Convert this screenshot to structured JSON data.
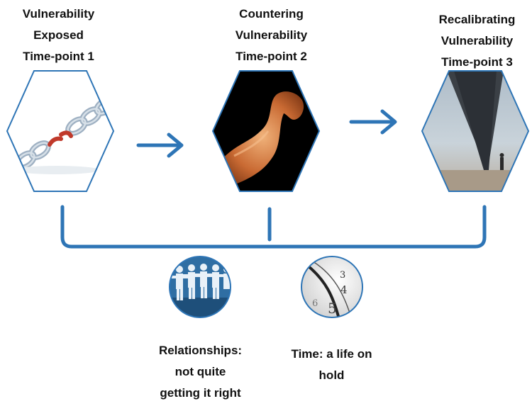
{
  "stages": [
    {
      "lines": [
        "Vulnerability",
        "Exposed",
        "Time-point 1"
      ],
      "image": "broken-chain"
    },
    {
      "lines": [
        "Countering",
        "Vulnerability",
        "Time-point 2"
      ],
      "image": "flexed-arm"
    },
    {
      "lines": [
        "Recalibrating",
        "Vulnerability",
        "Time-point 3"
      ],
      "image": "bridge-figure"
    }
  ],
  "themes": [
    {
      "lines": [
        "Relationships:",
        "not quite",
        "getting it right"
      ],
      "image": "paper-people"
    },
    {
      "lines": [
        "Time: a life on",
        "hold"
      ],
      "image": "clock"
    }
  ],
  "colors": {
    "accent": "#2E75B6",
    "text": "#111111"
  }
}
